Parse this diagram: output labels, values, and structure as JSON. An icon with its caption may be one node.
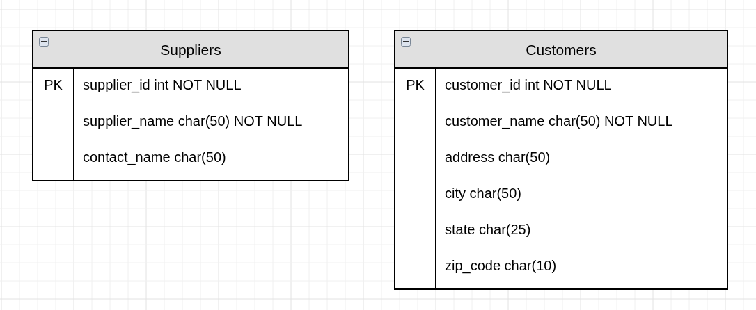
{
  "diagram": {
    "nodes": [
      {
        "text": [
          "Suppliers",
          "PK",
          "supplier_id int NOT NULL",
          "supplier_name char(50) NOT NULL",
          "contact_name char(50)"
        ]
      },
      {
        "text": [
          "Customers",
          "PK",
          "customer_id int NOT NULL",
          "customer_name char(50) NOT NULL",
          "address char(50)",
          "city char(50)",
          "state char(25)",
          "zip_code char(10)"
        ]
      }
    ]
  }
}
